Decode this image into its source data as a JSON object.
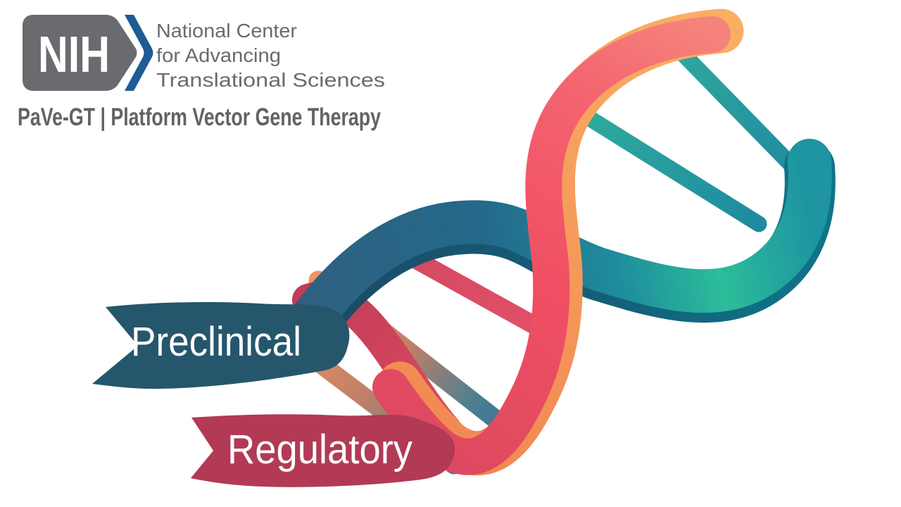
{
  "page": {
    "background": "#FFFFFF"
  },
  "header": {
    "nih_acronym": "NIH",
    "org_name_line1": "National Center",
    "org_name_line2": "for Advancing",
    "org_name_line3": "Translational Sciences",
    "tagline": "PaVe-GT | Platform Vector Gene Therapy",
    "colors": {
      "logo_gray": "#6A6B6E",
      "logo_blue": "#1F5B94",
      "text_gray": "#626365"
    }
  },
  "illustration": {
    "kind": "dna-double-helix",
    "colors": {
      "strand_warm_orange": "#F7A45E",
      "strand_warm_coral": "#F3566B",
      "strand_warm_crimson": "#C8405A",
      "strand_cool_blue": "#2B5F80",
      "strand_cool_teal": "#1F8A9C",
      "strand_cool_green": "#2ABD9A"
    }
  },
  "banners": [
    {
      "label": "Preclinical",
      "color": "#25566C",
      "text_color": "#FFFFFF"
    },
    {
      "label": "Regulatory",
      "color": "#B23A55",
      "text_color": "#FFFFFF"
    }
  ]
}
